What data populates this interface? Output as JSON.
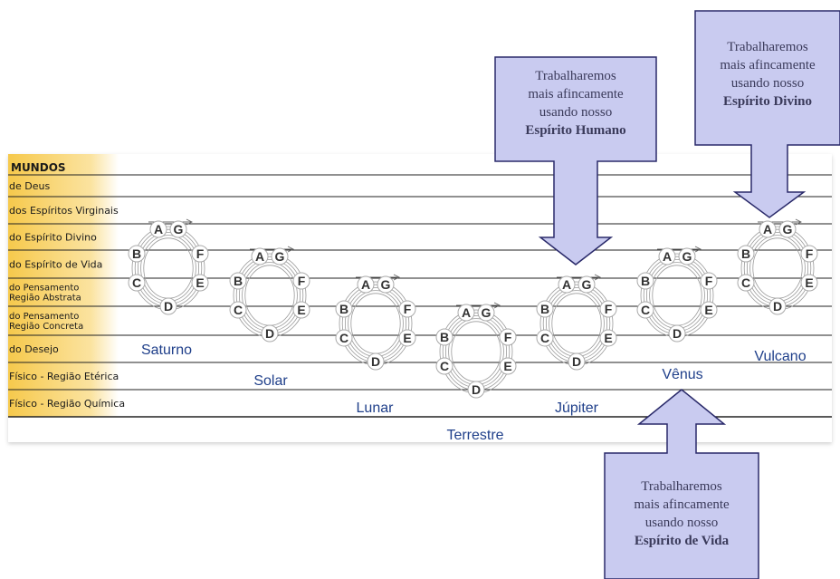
{
  "header": "MUNDOS",
  "worlds": [
    "de Deus",
    "dos Espíritos Virginais",
    "do Espírito Divino",
    "do Espírito de Vida",
    [
      "do Pensamento",
      "Região Abstrata"
    ],
    [
      "do Pensamento",
      "Região Concreta"
    ],
    "do Desejo",
    "Físico - Região Etérica",
    "Físico - Região Química"
  ],
  "periods": [
    {
      "name": "Saturno",
      "top": "do Espírito Divino"
    },
    {
      "name": "Solar",
      "top": "do Espírito de Vida"
    },
    {
      "name": "Lunar",
      "top": "do Pensamento — Região Abstrata"
    },
    {
      "name": "Terrestre",
      "top": "do Pensamento — Região Concreta"
    },
    {
      "name": "Júpiter",
      "top": "do Pensamento — Região Abstrata"
    },
    {
      "name": "Vênus",
      "top": "do Espírito de Vida"
    },
    {
      "name": "Vulcano",
      "top": "do Espírito Divino"
    }
  ],
  "globe_letters": [
    "A",
    "B",
    "C",
    "D",
    "E",
    "F",
    "G"
  ],
  "callouts": {
    "jupiter": {
      "lines": [
        "Trabalharemos",
        "mais afincamente",
        "usando nosso"
      ],
      "bold": "Espírito Humano"
    },
    "vulcano": {
      "lines": [
        "Trabalharemos",
        "mais afincamente",
        "usando nosso"
      ],
      "bold": "Espírito Divino"
    },
    "venus": {
      "lines": [
        "Trabalharemos",
        "mais afincamente",
        "usando nosso"
      ],
      "bold": "Espírito de Vida"
    }
  },
  "colors": {
    "label_gradient_start": "#f6c94c",
    "label_gradient_end": "#ffffff",
    "callout_fill": "#c9cbf0",
    "callout_stroke": "#2a2a6a",
    "planet_text": "#1f3f8a",
    "line": "#222222"
  }
}
